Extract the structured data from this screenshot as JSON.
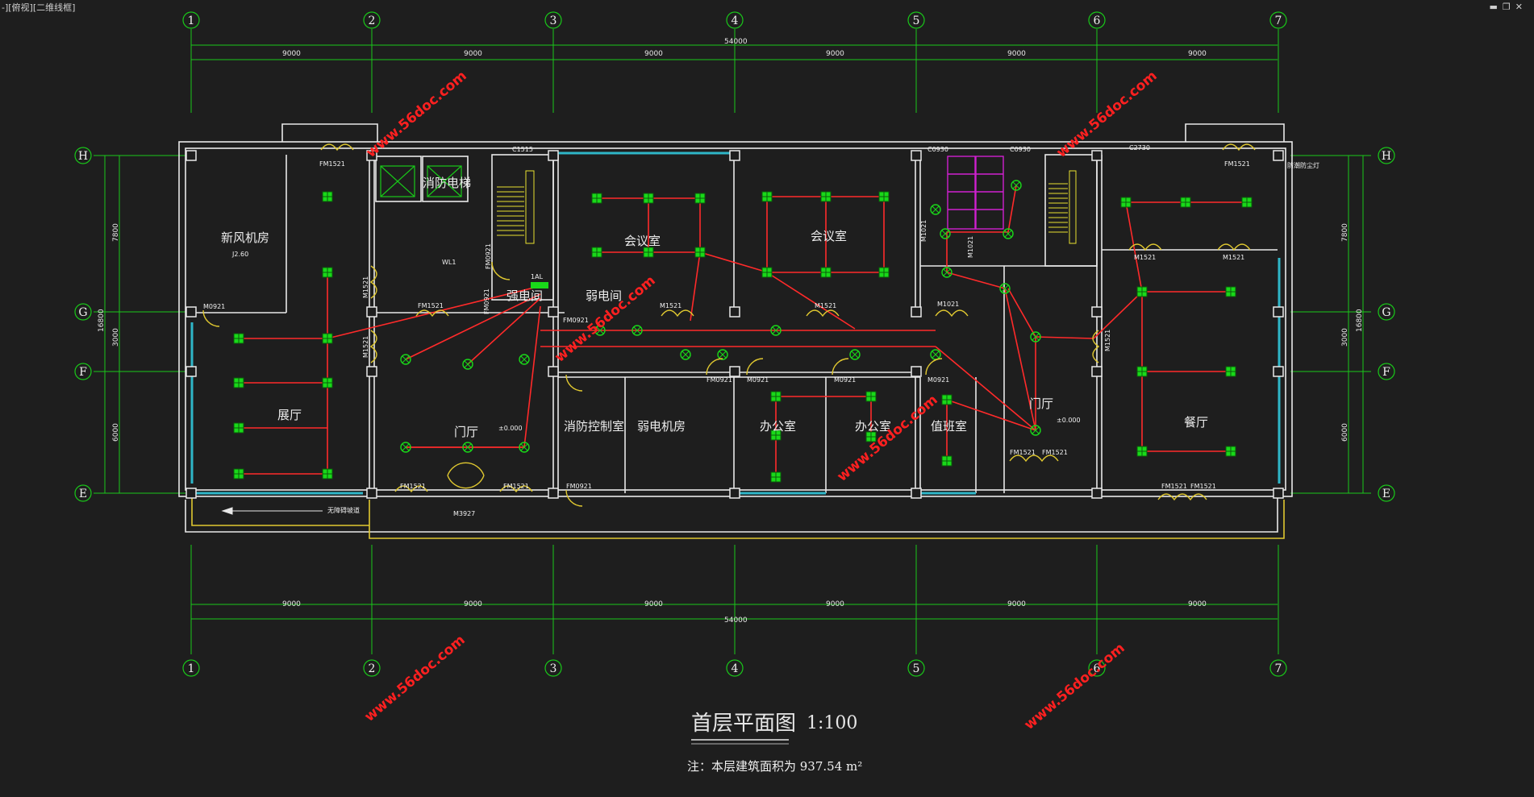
{
  "viewport": {
    "label": "-][俯视][二维线框]",
    "controls": [
      "min-icon",
      "restore-icon",
      "close-icon"
    ]
  },
  "colors": {
    "background": "#1e1e1e",
    "axis": "#19c819",
    "wall": "#e8e8e8",
    "circuit": "#ff2a2a",
    "fixture": "#19d919",
    "window": "#2fb6c8",
    "door": "#e0c830",
    "wc": "#d020d0",
    "watermark": "#ff2020"
  },
  "axes": {
    "columns": [
      "1",
      "2",
      "3",
      "4",
      "5",
      "6",
      "7"
    ],
    "rows": [
      "H",
      "G",
      "F",
      "E"
    ]
  },
  "dimensions": {
    "top_bays": [
      "9000",
      "9000",
      "9000",
      "9000",
      "9000",
      "9000"
    ],
    "top_total": "54000",
    "bottom_bays": [
      "9000",
      "9000",
      "9000",
      "9000",
      "9000",
      "9000"
    ],
    "bottom_total": "54000",
    "left_spans": [
      "7800",
      "3000",
      "6000"
    ],
    "left_total": "16800",
    "right_spans": [
      "7800",
      "3000",
      "6000"
    ],
    "right_total": "16800"
  },
  "rooms": {
    "fresh_air": "新风机房",
    "fresh_air_elev": "J2.60",
    "fire_elevator": "消防电梯",
    "meeting_1": "会议室",
    "meeting_2": "会议室",
    "strong_elec": "强电间",
    "weak_elec": "弱电间",
    "exhibition": "展厅",
    "lobby_1": "门厅",
    "lobby_1_elev": "±0.000",
    "fire_control": "消防控制室",
    "weak_machine": "弱电机房",
    "office_1": "办公室",
    "office_2": "办公室",
    "duty": "值班室",
    "lobby_2": "门厅",
    "lobby_2_elev": "±0.000",
    "dining": "餐厅"
  },
  "tags": {
    "fm1521_a": "FM1521",
    "c1515": "C1515",
    "c0930_a": "C0930",
    "c0930_b": "C0930",
    "c2730": "C2730",
    "fm1521_top_r": "FM1521",
    "fire_alarm": "防潮防尘灯",
    "m0921_a": "M0921",
    "fm0921_a": "FM0921",
    "fm0921_b": "FM0921",
    "al1": "1AL",
    "fm1521_b": "FM1521",
    "m1521_a": "M1521",
    "m1521_b": "M1521",
    "fm0921_c": "FM0921",
    "m1521_c": "M1521",
    "m1521_d": "M1521",
    "m1521_e": "M1521",
    "m1521_f": "M1521",
    "m1021_a": "M1021",
    "m1021_b": "M1021",
    "m1021_c": "M1021",
    "m0921_b": "M0921",
    "m0921_c": "M0921",
    "m0921_d": "M0921",
    "fm0921_d": "FM0921",
    "fm1521_c": "FM1521",
    "fm1521_d": "FM1521",
    "m3927": "M3927",
    "fm0921_e": "FM0921",
    "fm1521_e": "FM1521",
    "fm1521_f": "FM1521",
    "fm1521_g": "FM1521",
    "fm1521_h": "FM1521",
    "ramp": "无障碍坡道",
    "m1521_g": "M1521",
    "wl1": "WL1"
  },
  "watermark": "www.56doc.com",
  "title": "首层平面图",
  "scale": "1:100",
  "note": "注：本层建筑面积为 937.54 m²"
}
